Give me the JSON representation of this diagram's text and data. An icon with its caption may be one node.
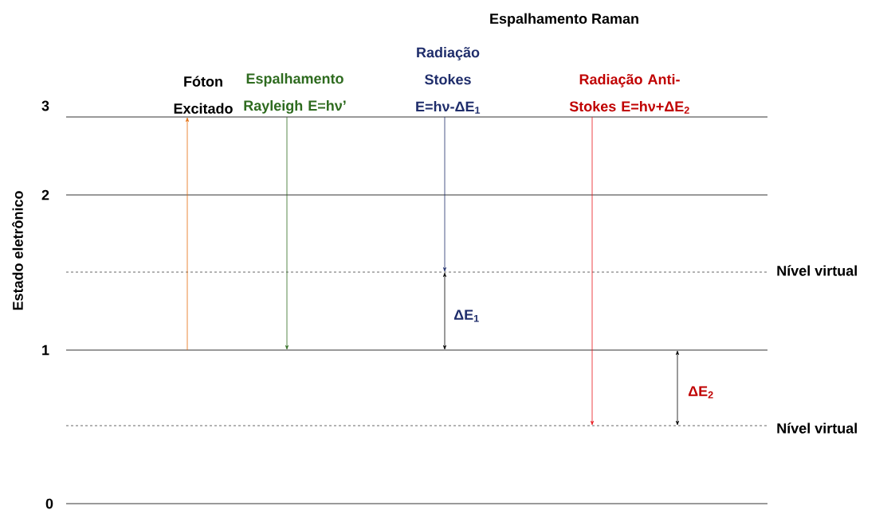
{
  "diagram": {
    "title": "Espalhamento Raman",
    "labels": [
      "Estado eletrônico",
      "Fóton Excitado",
      "Espalhamento Rayleigh E=hν’",
      "Radiação Stokes E=hν-ΔE$_{1}$",
      "Radiação Anti-Stokes E=hν+ΔE$_{2}$",
      "3",
      "2",
      "Nível virtual",
      "ΔE$_{1}$",
      "1",
      "ΔE$_{2}$",
      "Nível virtual",
      "0"
    ]
  }
}
